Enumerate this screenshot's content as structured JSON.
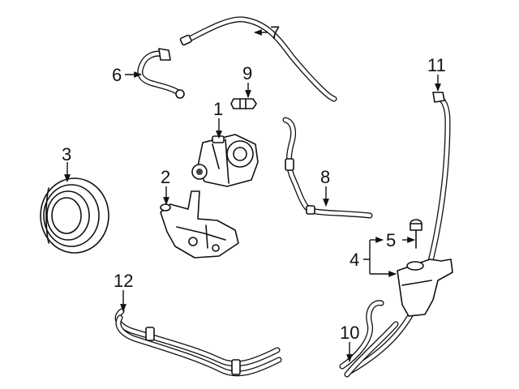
{
  "callouts": [
    {
      "id": "1",
      "text": "1"
    },
    {
      "id": "2",
      "text": "2"
    },
    {
      "id": "3",
      "text": "3"
    },
    {
      "id": "4",
      "text": "4"
    },
    {
      "id": "5",
      "text": "5"
    },
    {
      "id": "6",
      "text": "6"
    },
    {
      "id": "7",
      "text": "7"
    },
    {
      "id": "8",
      "text": "8"
    },
    {
      "id": "9",
      "text": "9"
    },
    {
      "id": "10",
      "text": "10"
    },
    {
      "id": "11",
      "text": "11"
    },
    {
      "id": "12",
      "text": "12"
    }
  ],
  "parts": {
    "1": "power-steering-pump",
    "2": "pump-bracket",
    "3": "pulley",
    "4": "reservoir",
    "5": "reservoir-cap",
    "6": "pressure-hose",
    "7": "return-hose",
    "8": "suction-hose",
    "9": "pressure-fitting",
    "10": "return-line",
    "11": "supply-line",
    "12": "cooler-lines"
  }
}
